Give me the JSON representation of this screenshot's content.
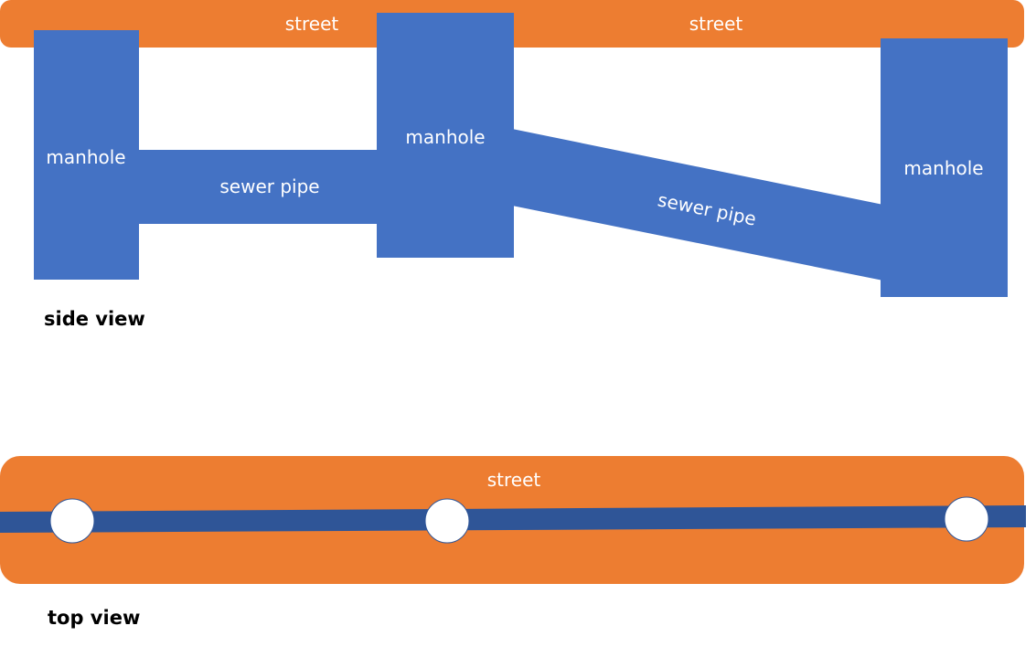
{
  "side_view": {
    "street_labels": [
      "street",
      "street"
    ],
    "manhole_labels": [
      "manhole",
      "manhole",
      "manhole"
    ],
    "pipe_labels": [
      "sewer pipe",
      "sewer pipe"
    ],
    "caption": "side view"
  },
  "top_view": {
    "street_label": "street",
    "caption": "top view"
  },
  "colors": {
    "street": "#ED7D31",
    "manhole": "#4472C4",
    "pipe_top": "#2F5597",
    "manhole_cover": "#FFFFFF"
  }
}
